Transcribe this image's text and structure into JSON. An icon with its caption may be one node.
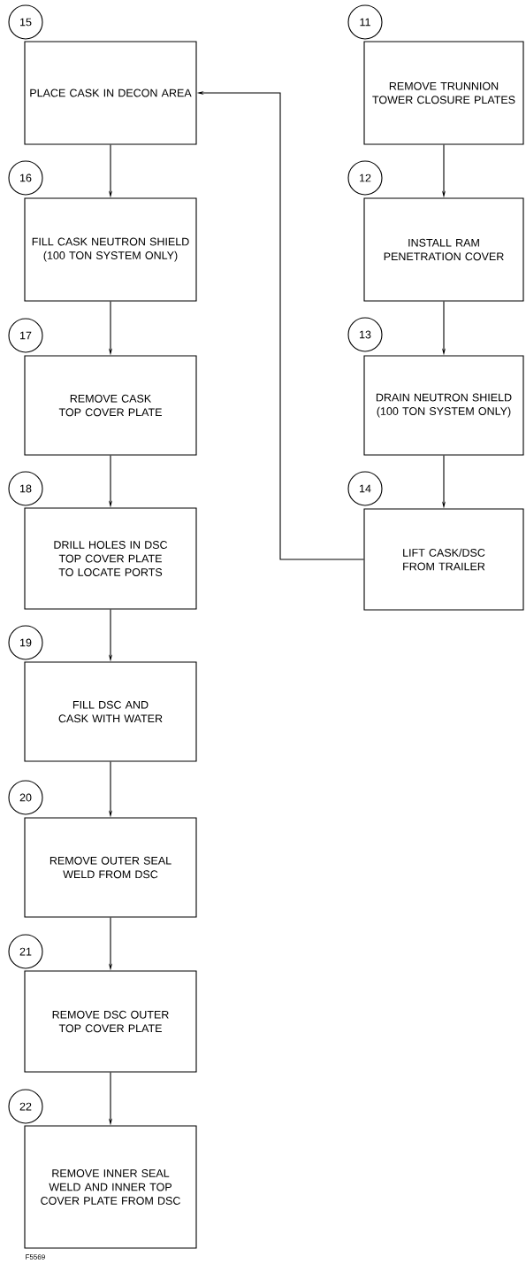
{
  "diagram": {
    "nodes": [
      {
        "text": [
          "15"
        ]
      },
      {
        "text": [
          "PLACE CASK IN DECON AREA"
        ]
      },
      {
        "text": [
          "16"
        ]
      },
      {
        "text": [
          "FILL CASK NEUTRON SHIELD (100 TON SYSTEM ONLY)"
        ]
      },
      {
        "text": [
          "17"
        ]
      },
      {
        "text": [
          "REMOVE CASK TOP COVER PLATE"
        ]
      },
      {
        "text": [
          "18"
        ]
      },
      {
        "text": [
          "DRILL HOLES IN DSC TOP COVER PLATE TO LOCATE PORTS"
        ]
      },
      {
        "text": [
          "19"
        ]
      },
      {
        "text": [
          "FILL DSC AND CASK WITH WATER"
        ]
      },
      {
        "text": [
          "20"
        ]
      },
      {
        "text": [
          "REMOVE OUTER SEAL WELD FROM DSC"
        ]
      },
      {
        "text": [
          "21"
        ]
      },
      {
        "text": [
          "REMOVE DSC OUTER TOP COVER PLATE"
        ]
      },
      {
        "text": [
          "22"
        ]
      },
      {
        "text": [
          "REMOVE INNER SEAL WELD AND INNER TOP COVER PLATE FROM DSC"
        ]
      },
      {
        "text": [
          "11"
        ]
      },
      {
        "text": [
          "REMOVE TRUNNION TOWER CLOSURE PLATES"
        ]
      },
      {
        "text": [
          "12"
        ]
      },
      {
        "text": [
          "INSTALL RAM PENETRATION COVER"
        ]
      },
      {
        "text": [
          "13"
        ]
      },
      {
        "text": [
          "DRAIN NEUTRON SHIELD (100 TON SYSTEM ONLY)"
        ]
      },
      {
        "text": [
          "14"
        ]
      },
      {
        "text": [
          "LIFT CASK/DSC FROM TRAILER"
        ]
      }
    ],
    "edges": [
      {
        "from": 1,
        "to": 3,
        "arrow": "to"
      },
      {
        "from": 3,
        "to": 5,
        "arrow": "to"
      },
      {
        "from": 5,
        "to": 7,
        "arrow": "to"
      },
      {
        "from": 7,
        "to": 9,
        "arrow": "to"
      },
      {
        "from": 9,
        "to": 11,
        "arrow": "to"
      },
      {
        "from": 11,
        "to": 13,
        "arrow": "to"
      },
      {
        "from": 13,
        "to": 15,
        "arrow": "to"
      },
      {
        "from": 17,
        "to": 19,
        "arrow": "to"
      },
      {
        "from": 19,
        "to": 21,
        "arrow": "to"
      },
      {
        "from": 21,
        "to": 23,
        "arrow": "to"
      },
      {
        "from": 23,
        "to": 1,
        "arrow": "to"
      }
    ],
    "labels": [
      "F5569"
    ]
  }
}
